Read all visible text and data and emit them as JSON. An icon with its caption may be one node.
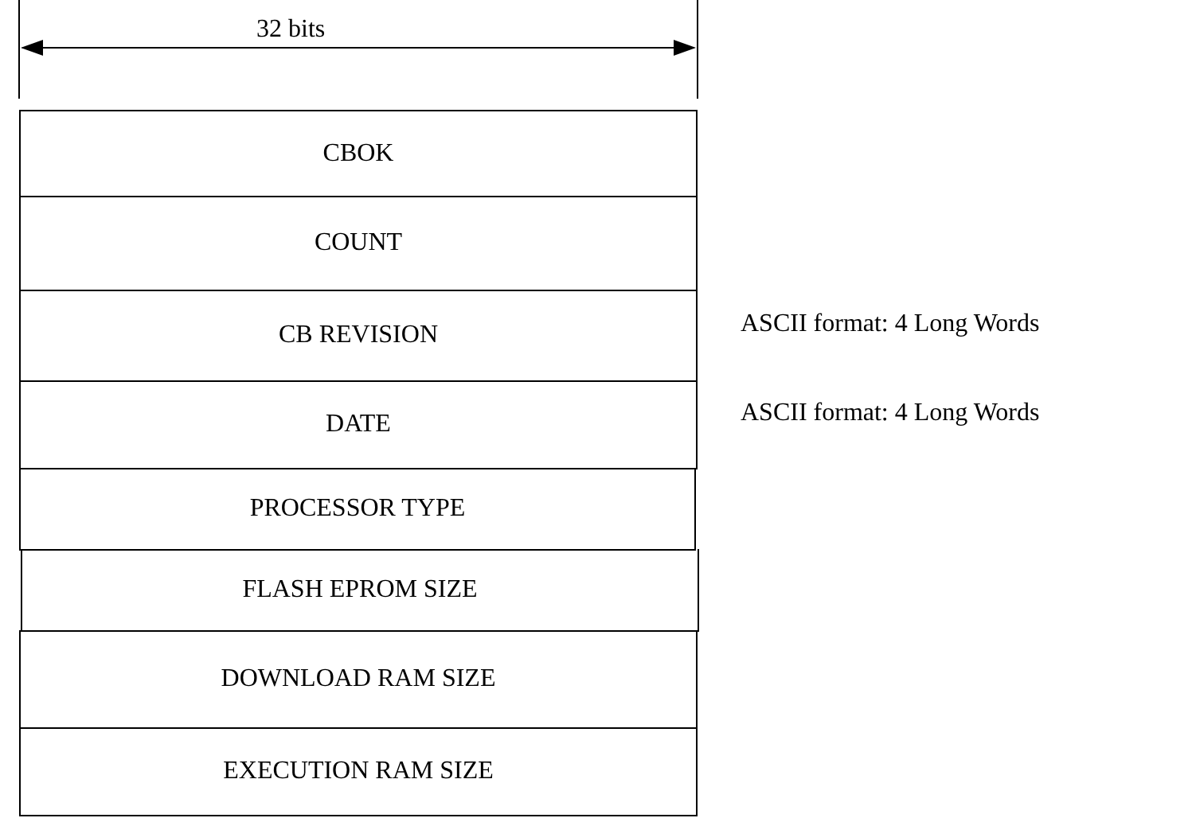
{
  "diagram": {
    "nodes": [
      {
        "text": [
          "CBOK"
        ]
      },
      {
        "text": [
          "COUNT"
        ]
      },
      {
        "text": [
          "CB REVISION"
        ],
        "beside": [
          "ASCII format: 4 Long Words"
        ]
      },
      {
        "text": [
          "DATE"
        ],
        "beside": [
          "ASCII format: 4 Long Words"
        ]
      },
      {
        "text": [
          "PROCESSOR TYPE"
        ]
      },
      {
        "text": [
          "FLASH EPROM SIZE"
        ]
      },
      {
        "text": [
          "DOWNLOAD RAM SIZE"
        ]
      },
      {
        "text": [
          "EXECUTION RAM SIZE"
        ]
      }
    ],
    "labels": [
      "32 bits"
    ]
  }
}
